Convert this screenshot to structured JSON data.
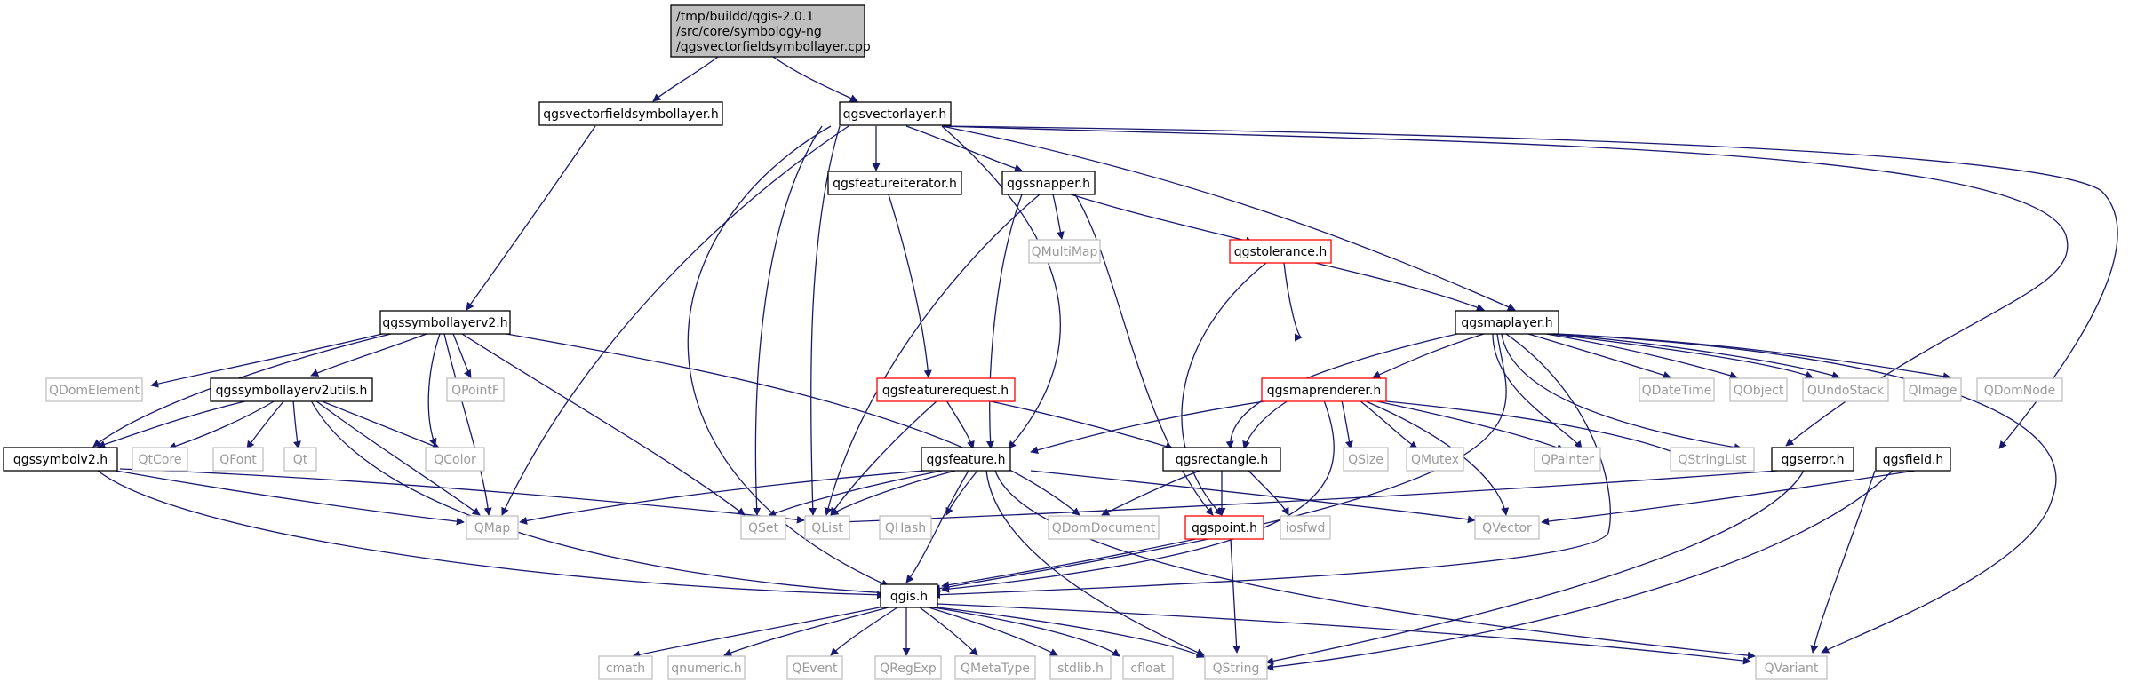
{
  "colors": {
    "edge": "#191970",
    "file_border": "#000000",
    "truncated_border": "#ff0000",
    "external_border": "#bfbfbf",
    "external_text": "#9a9a9a",
    "root_fill": "#bfbfbf"
  },
  "root_node": {
    "line1": "/tmp/buildd/qgis-2.0.1",
    "line2": "/src/core/symbology-ng",
    "line3": "/qgsvectorfieldsymbollayer.cpp"
  },
  "nodes": {
    "qgsvectorfieldsymbollayer_h": "qgsvectorfieldsymbollayer.h",
    "qgsvectorlayer_h": "qgsvectorlayer.h",
    "qgsfeatureiterator_h": "qgsfeatureiterator.h",
    "qgssnapper_h": "qgssnapper.h",
    "qmultimap": "QMultiMap",
    "qgstolerance_h": "qgstolerance.h",
    "qgssymbollayerv2_h": "qgssymbollayerv2.h",
    "qgsmaplayer_h": "qgsmaplayer.h",
    "qdomelement": "QDomElement",
    "qgssymbollayerv2utils_h": "qgssymbollayerv2utils.h",
    "qpointf": "QPointF",
    "qgsfeaturerequest_h": "qgsfeaturerequest.h",
    "qgsmaprenderer_h": "qgsmaprenderer.h",
    "qdatetime": "QDateTime",
    "qobject": "QObject",
    "qundostack": "QUndoStack",
    "qimage": "QImage",
    "qdomnode": "QDomNode",
    "qgssymbolv2_h": "qgssymbolv2.h",
    "qtcore": "QtCore",
    "qfont": "QFont",
    "qt": "Qt",
    "qcolor": "QColor",
    "qgsfeature_h": "qgsfeature.h",
    "qgsrectangle_h": "qgsrectangle.h",
    "qsize": "QSize",
    "qmutex": "QMutex",
    "qpainter": "QPainter",
    "qstringlist": "QStringList",
    "qgserror_h": "qgserror.h",
    "qgsfield_h": "qgsfield.h",
    "qmap": "QMap",
    "qset": "QSet",
    "qlist": "QList",
    "qhash": "QHash",
    "qdomdocument": "QDomDocument",
    "qgspoint_h": "qgspoint.h",
    "iosfwd": "iosfwd",
    "qvector": "QVector",
    "qgis_h": "qgis.h",
    "cmath": "cmath",
    "qnumeric_h": "qnumeric.h",
    "qevent": "QEvent",
    "qregexp": "QRegExp",
    "qmetatype": "QMetaType",
    "stdlib_h": "stdlib.h",
    "cfloat": "cfloat",
    "qstring": "QString",
    "qvariant": "QVariant"
  }
}
